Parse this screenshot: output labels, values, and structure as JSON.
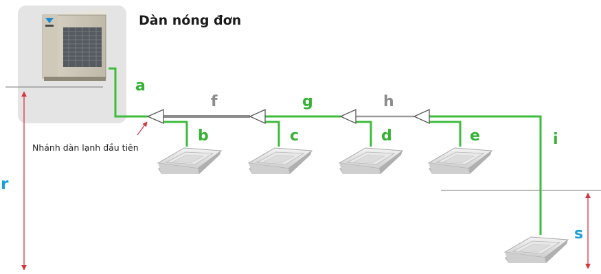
{
  "title": "Dàn nóng đơn",
  "first_branch_note": "Nhánh dàn lạnh đầu tiên",
  "labels": {
    "a": "a",
    "b": "b",
    "c": "c",
    "d": "d",
    "e": "e",
    "f": "f",
    "g": "g",
    "h": "h",
    "i": "i",
    "r": "r",
    "s": "s"
  },
  "colors": {
    "pipe_green": "#3dbb3d",
    "pipe_gray": "#8c8c8c",
    "label_green": "#33b233",
    "label_gray": "#8c8c8c",
    "label_blue": "#1a9fd9",
    "dimension_red": "#d8343f",
    "outdoor_panel": "#e4e4e4"
  }
}
